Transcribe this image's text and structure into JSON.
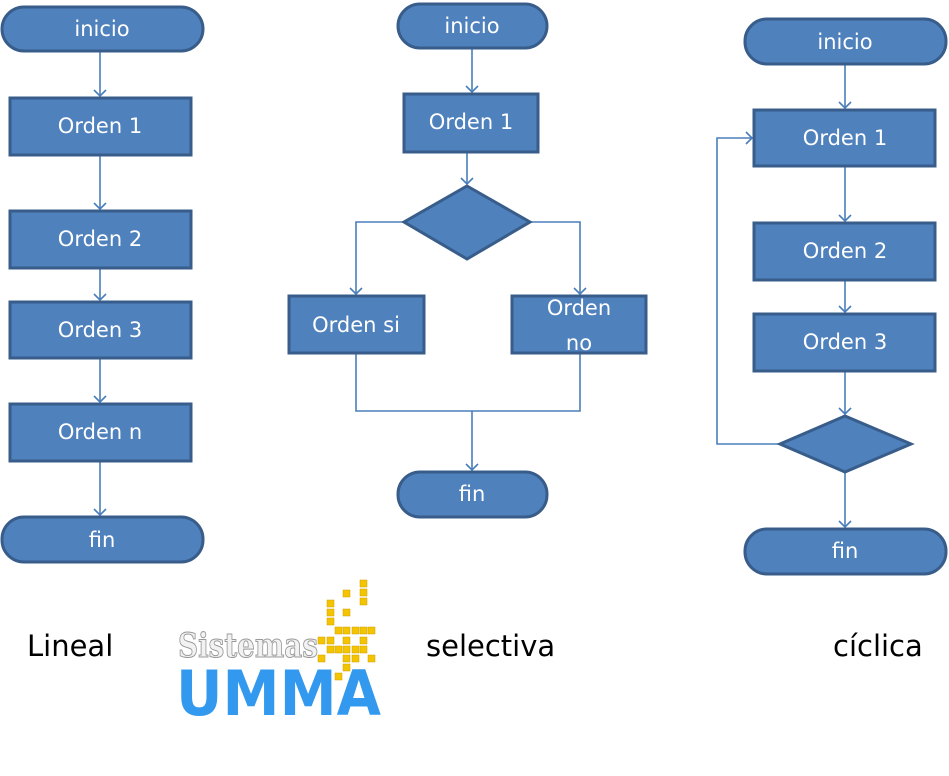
{
  "lineal": {
    "label": "Lineal",
    "start": "inicio",
    "steps": [
      "Orden 1",
      "Orden 2",
      "Orden 3",
      "Orden n"
    ],
    "end": "fin"
  },
  "selectiva": {
    "label": "selectiva",
    "start": "inicio",
    "step": "Orden 1",
    "branch_yes": "Orden si",
    "branch_no_line1": "Orden",
    "branch_no_line2": "no",
    "end": "fin"
  },
  "ciclica": {
    "label": "cíclica",
    "start": "inicio",
    "steps": [
      "Orden 1",
      "Orden 2",
      "Orden 3"
    ],
    "end": "fin"
  },
  "logo": {
    "text_top": "Sistemas",
    "text_bottom": "UMMA"
  },
  "colors": {
    "shape_fill": "#4F81BD",
    "shape_stroke": "#385D8A",
    "logo_blue": "#3399EE",
    "logo_yellow": "#F5C400"
  }
}
